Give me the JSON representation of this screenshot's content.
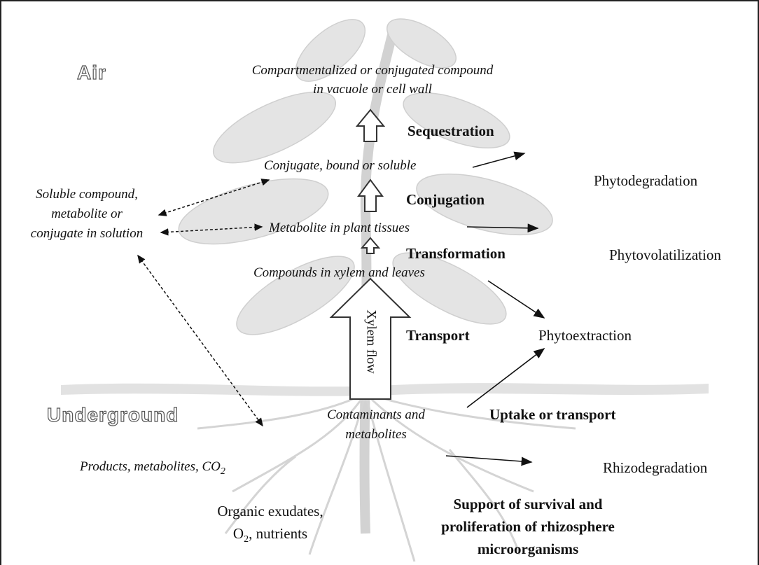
{
  "labels": {
    "air": "Air",
    "underground": "Underground"
  },
  "stages": {
    "compartmentalized_line1": "Compartmentalized or conjugated compound",
    "compartmentalized_line2": "in vacuole or cell wall",
    "conjugate": "Conjugate, bound or soluble",
    "metabolite_tissues": "Metabolite in plant tissues",
    "compounds_xylem": "Compounds in xylem and leaves",
    "contaminants_line1": "Contaminants and",
    "contaminants_line2": "metabolites",
    "xylem_flow": "Xylem flow"
  },
  "processes": {
    "sequestration": "Sequestration",
    "conjugation": "Conjugation",
    "transformation": "Transformation",
    "transport": "Transport",
    "uptake": "Uptake or transport"
  },
  "outcomes": {
    "phytodegradation": "Phytodegradation",
    "phytovolatilization": "Phytovolatilization",
    "phytoextraction": "Phytoextraction",
    "rhizodegradation": "Rhizodegradation"
  },
  "left": {
    "soluble_line1": "Soluble compound,",
    "soluble_line2": "metabolite or",
    "soluble_line3": "conjugate in solution",
    "products": "Products, metabolites, CO",
    "products_sub": "2"
  },
  "bottom": {
    "exudates_line1": "Organic exudates,",
    "exudates_line2_pre": "O",
    "exudates_line2_sub": "2",
    "exudates_line2_post": ", nutrients",
    "support_line1": "Support of survival and",
    "support_line2": "proliferation of rhizosphere",
    "support_line3": "microorganisms"
  },
  "colors": {
    "text": "#111111",
    "arrow": "#111111",
    "plant_watermark": "#d6d6d6",
    "ground_band": "#e3e3e3"
  }
}
